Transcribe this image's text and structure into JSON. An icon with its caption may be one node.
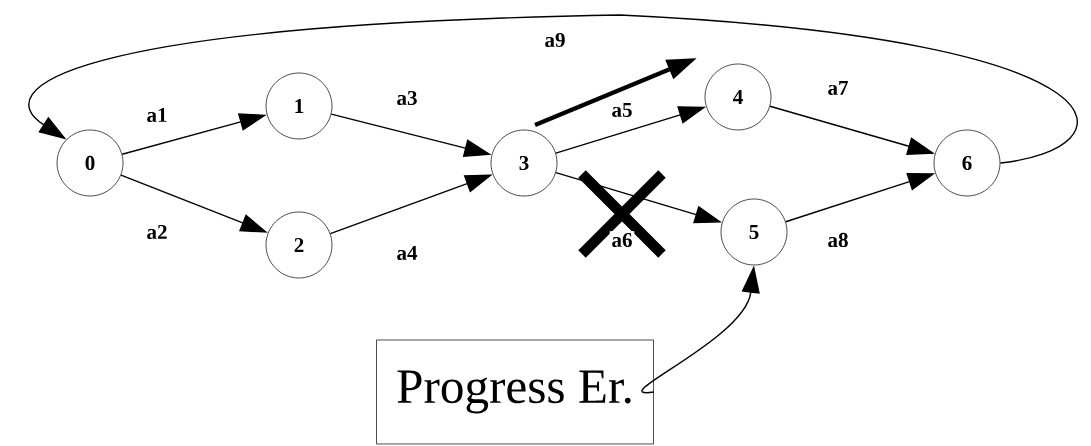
{
  "diagram": {
    "nodes": [
      {
        "text": [
          "0"
        ]
      },
      {
        "text": [
          "1"
        ]
      },
      {
        "text": [
          "2"
        ]
      },
      {
        "text": [
          "3"
        ]
      },
      {
        "text": [
          "4"
        ]
      },
      {
        "text": [
          "5"
        ]
      },
      {
        "text": [
          "6"
        ]
      },
      {
        "text": [
          "Progress Er."
        ]
      }
    ],
    "edges": [
      {
        "from": 0,
        "to": 1,
        "arrow": "to",
        "label": "a1"
      },
      {
        "from": 0,
        "to": 2,
        "arrow": "to",
        "label": "a2"
      },
      {
        "from": 1,
        "to": 3,
        "arrow": "to",
        "label": "a3"
      },
      {
        "from": 2,
        "to": 3,
        "arrow": "to",
        "label": "a4"
      },
      {
        "from": 3,
        "to": 4,
        "arrow": "to",
        "label": "a5"
      },
      {
        "from": 3,
        "to": 5,
        "arrow": "to",
        "label": "a6"
      },
      {
        "from": 4,
        "to": 6,
        "arrow": "to",
        "label": "a7"
      },
      {
        "from": 5,
        "to": 6,
        "arrow": "to",
        "label": "a8"
      },
      {
        "from": 6,
        "to": 0,
        "arrow": "to",
        "label": "a9"
      },
      {
        "from": 7,
        "to": 5,
        "arrow": "to"
      }
    ]
  }
}
